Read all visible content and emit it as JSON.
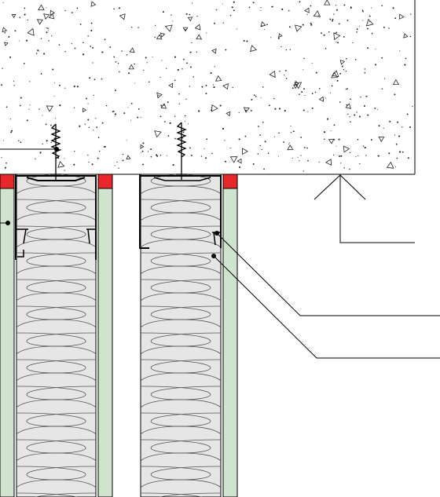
{
  "diagram": {
    "kind": "construction-section-detail",
    "colors": {
      "background": "#ffffff",
      "line": "#000000",
      "concrete_speckle": "#222222",
      "gypsum_board": "#cfe3cf",
      "insulation": "#e6e6e6",
      "seal_strip": "#e8272c"
    },
    "components": [
      "concrete-slab",
      "screw-anchor",
      "ceiling-track",
      "gypsum-board",
      "mineral-wool-insulation",
      "steel-stud",
      "sealing-strip",
      "leader-line",
      "section-arrow"
    ]
  }
}
